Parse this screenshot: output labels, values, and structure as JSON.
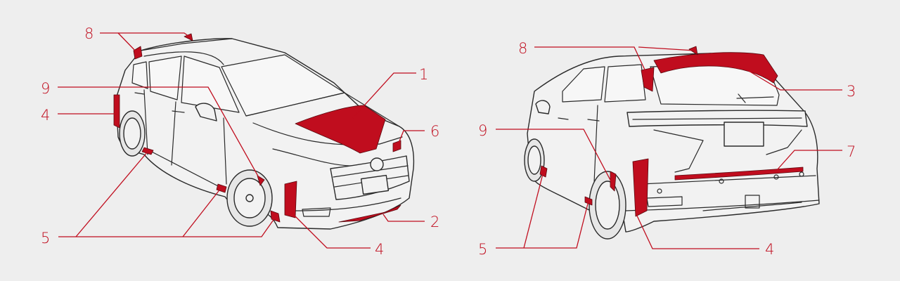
{
  "accent_color": "#c00d1e",
  "front_view": {
    "callouts": [
      {
        "id": "front-1",
        "label": "1"
      },
      {
        "id": "front-2",
        "label": "2"
      },
      {
        "id": "front-4a",
        "label": "4"
      },
      {
        "id": "front-4b",
        "label": "4"
      },
      {
        "id": "front-5",
        "label": "5"
      },
      {
        "id": "front-6",
        "label": "6"
      },
      {
        "id": "front-8",
        "label": "8"
      },
      {
        "id": "front-9",
        "label": "9"
      }
    ]
  },
  "rear_view": {
    "callouts": [
      {
        "id": "rear-3",
        "label": "3"
      },
      {
        "id": "rear-4",
        "label": "4"
      },
      {
        "id": "rear-5",
        "label": "5"
      },
      {
        "id": "rear-7",
        "label": "7"
      },
      {
        "id": "rear-8",
        "label": "8"
      },
      {
        "id": "rear-9",
        "label": "9"
      }
    ]
  }
}
